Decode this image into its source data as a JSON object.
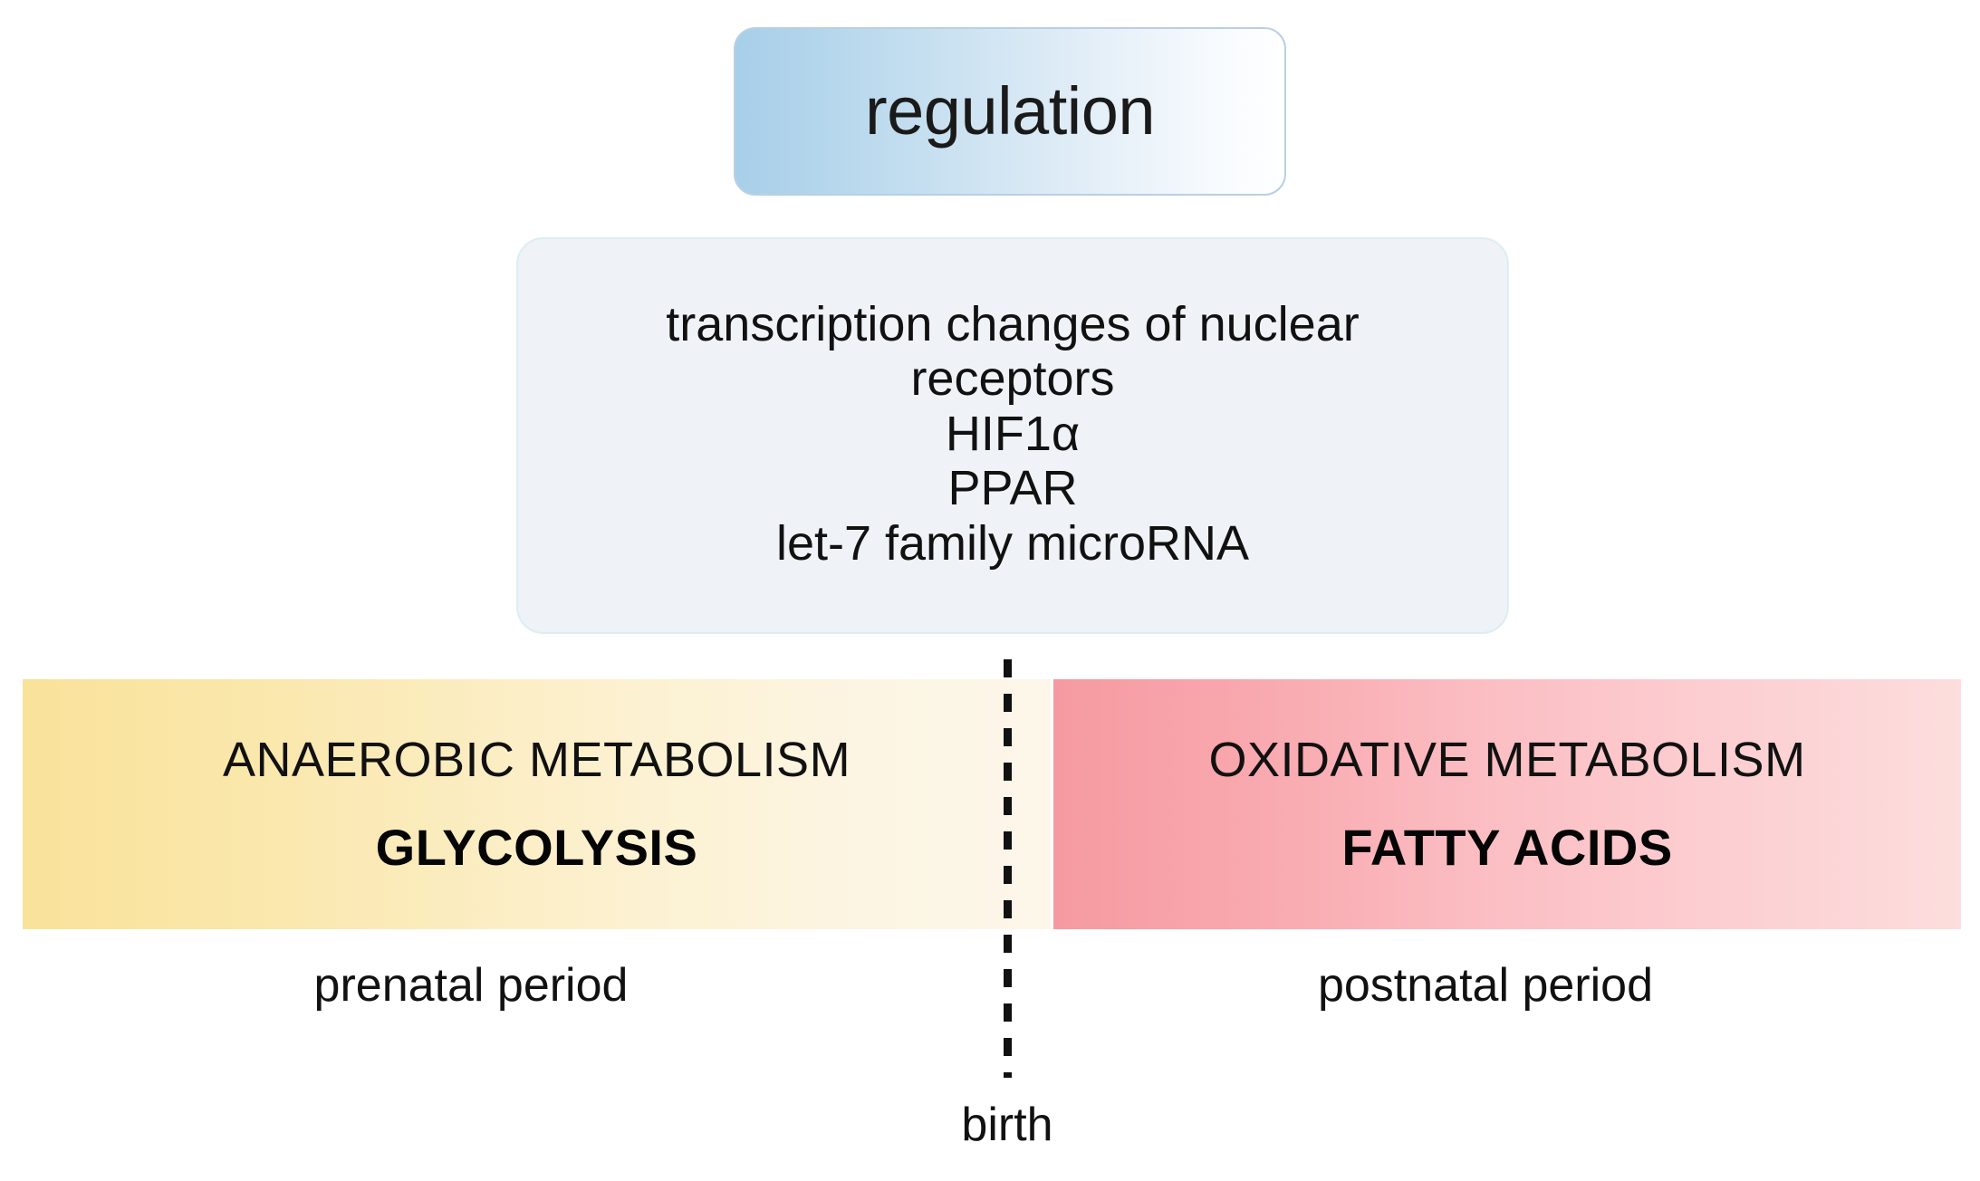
{
  "diagram": {
    "regulation": {
      "label": "regulation",
      "box_color_start": "#a8cfe9",
      "box_color_end": "#ffffff",
      "border_color": "#b9cfe4"
    },
    "regulators": {
      "background": "#eff2f6",
      "border_color": "#dceef2",
      "lines": [
        "transcription changes of nuclear receptors",
        "HIF1α",
        "PPAR",
        "let-7 family microRNA"
      ]
    },
    "phases": [
      {
        "key": "prenatal",
        "metabolism": "ANAEROBIC METABOLISM",
        "substrate": "GLYCOLYSIS",
        "period": "prenatal period",
        "color_start": "#f9e29a",
        "color_end": "#fdf7ea"
      },
      {
        "key": "postnatal",
        "metabolism": "OXIDATIVE METABOLISM",
        "substrate": "FATTY ACIDS",
        "period": "postnatal period",
        "color_start": "#f69aa1",
        "color_end": "#fddddd"
      }
    ],
    "divider": {
      "label": "birth",
      "style": "dashed-vertical",
      "color": "#111111"
    }
  }
}
